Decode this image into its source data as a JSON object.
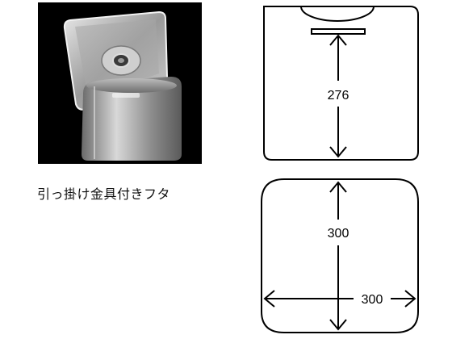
{
  "product": {
    "caption": "引っ掛け金具付きフタ"
  },
  "diagram": {
    "side_view": {
      "height_label": "276"
    },
    "top_view": {
      "depth_label": "300",
      "width_label": "300"
    }
  },
  "colors": {
    "background": "#ffffff",
    "photo_background": "#000000",
    "line": "#000000"
  }
}
